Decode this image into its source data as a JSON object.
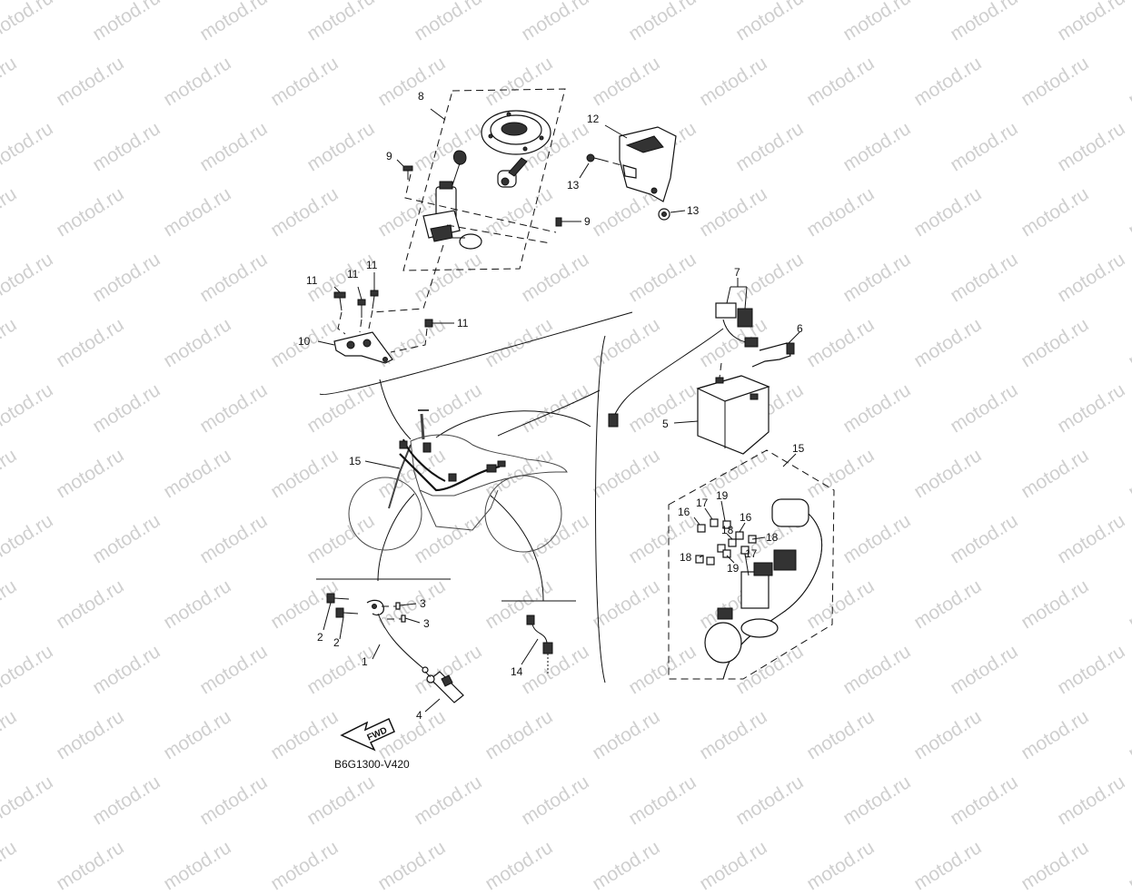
{
  "watermark": "motod.ru",
  "diagram_code": "B6G1300-V420",
  "fwd_label": "FWD",
  "callouts": {
    "c1": "1",
    "c2a": "2",
    "c2b": "2",
    "c3a": "3",
    "c3b": "3",
    "c4": "4",
    "c5": "5",
    "c6": "6",
    "c7": "7",
    "c8": "8",
    "c9a": "9",
    "c9b": "9",
    "c10": "10",
    "c11a": "11",
    "c11b": "11",
    "c11c": "11",
    "c11d": "11",
    "c12": "12",
    "c13a": "13",
    "c13b": "13",
    "c14": "14",
    "c15a": "15",
    "c15b": "15",
    "c16a": "16",
    "c16b": "16",
    "c17a": "17",
    "c17b": "17",
    "c18a": "18",
    "c18b": "18",
    "c18c": "18",
    "c19a": "19",
    "c19b": "19"
  }
}
